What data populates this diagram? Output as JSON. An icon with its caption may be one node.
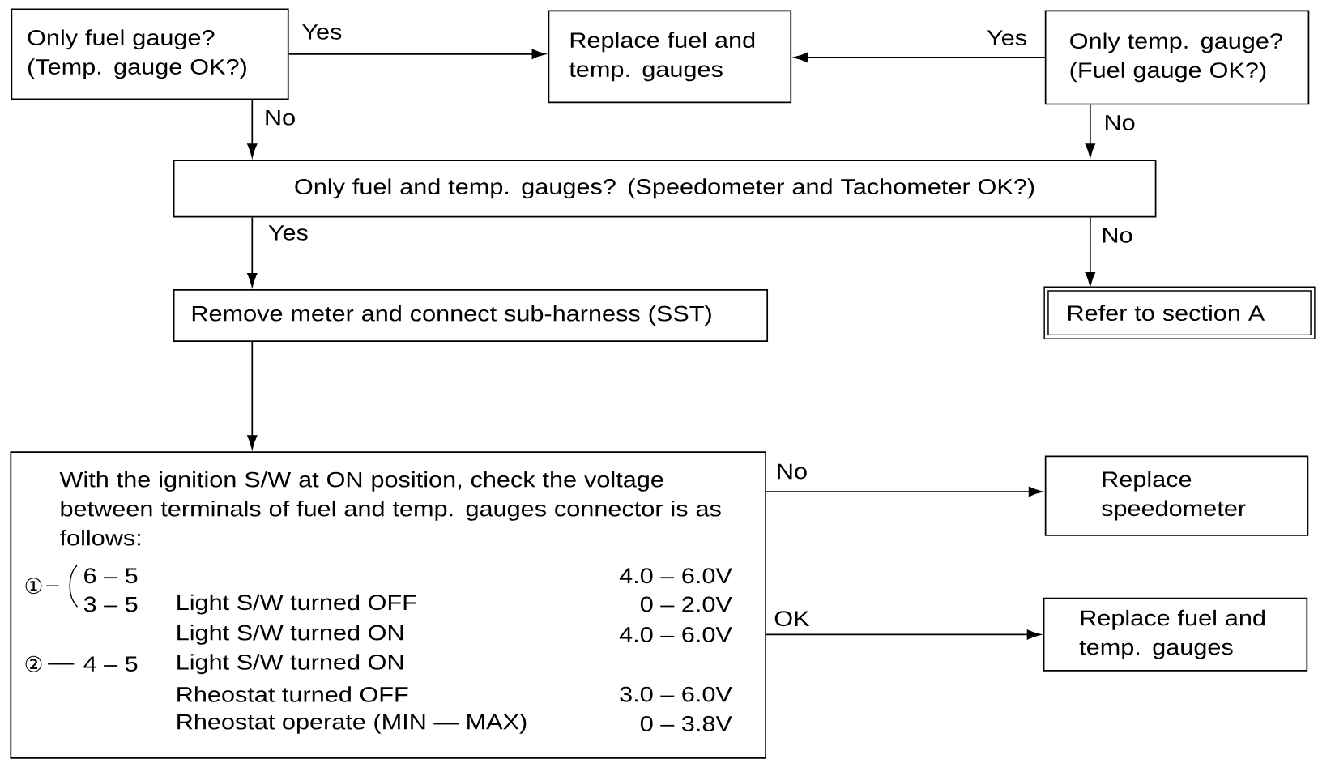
{
  "diagram": {
    "nodes": [
      {
        "text": [
          "Only fuel gauge? (Temp. gauge OK?)"
        ]
      },
      {
        "text": [
          "Replace fuel and temp. gauges"
        ]
      },
      {
        "text": [
          "Only temp. gauge? (Fuel gauge OK?)"
        ]
      },
      {
        "text": [
          "Only fuel and temp. gauges?  (Speedometer and Tachometer OK?)"
        ]
      },
      {
        "text": [
          "Remove meter and connect sub-harness (SST)"
        ]
      },
      {
        "text": [
          "Refer to section A"
        ]
      },
      {
        "text": [
          "With the ignition S/W at ON position, check the voltage between terminals of fuel and temp. gauges connector is as follows:",
          "①",
          "6 – 5",
          "4.0 – 6.0V",
          "3 – 5",
          "Light S/W turned OFF",
          "0 – 2.0V",
          "Light S/W turned ON",
          "4.0 – 6.0V",
          "②",
          "4 – 5",
          "Light S/W turned ON",
          "Rheostat turned OFF",
          "3.0 – 6.0V",
          "Rheostat operate (MIN — MAX)",
          "0 – 3.8V"
        ]
      },
      {
        "text": [
          "Replace speedometer"
        ]
      },
      {
        "text": [
          "Replace fuel and temp. gauges"
        ]
      }
    ],
    "edges": [
      {
        "from": 0,
        "to": 1,
        "arrow": "to",
        "label": "Yes"
      },
      {
        "from": 2,
        "to": 1,
        "arrow": "to",
        "label": "Yes"
      },
      {
        "from": 0,
        "to": 3,
        "arrow": "to",
        "label": "No"
      },
      {
        "from": 2,
        "to": 3,
        "arrow": "to",
        "label": "No"
      },
      {
        "from": 3,
        "to": 4,
        "arrow": "to",
        "label": "Yes"
      },
      {
        "from": 3,
        "to": 5,
        "arrow": "to",
        "label": "No"
      },
      {
        "from": 4,
        "to": 6,
        "arrow": "to"
      },
      {
        "from": 6,
        "to": 7,
        "arrow": "to",
        "label": "No"
      },
      {
        "from": 6,
        "to": 8,
        "arrow": "to",
        "label": "OK"
      }
    ]
  }
}
